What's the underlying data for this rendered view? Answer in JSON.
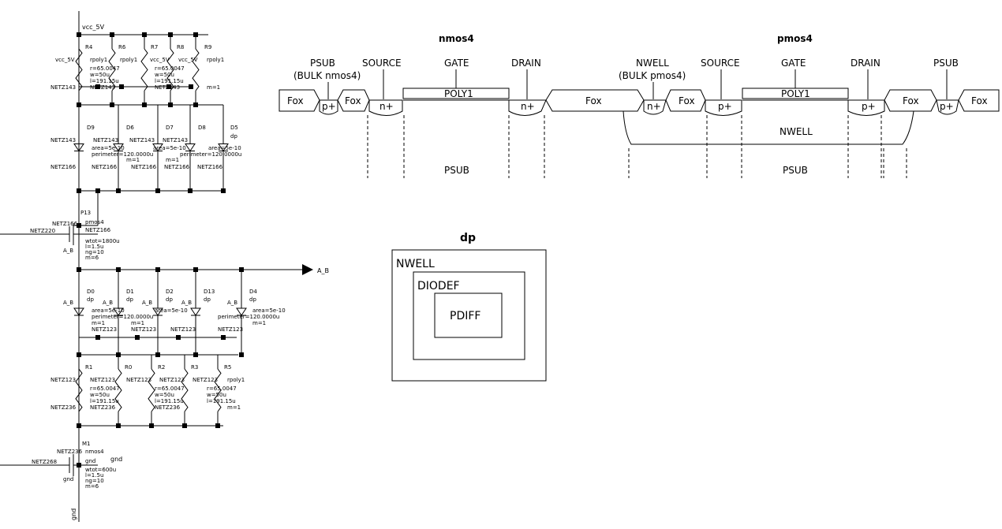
{
  "schematic": {
    "vcc": "vcc_5V",
    "top_res": [
      {
        "ref": "R4",
        "p": "vcc_5V",
        "t": "rpoly1"
      },
      {
        "ref": "R6",
        "p": "vcc_5V",
        "t": "rpoly1"
      },
      {
        "ref": "R7",
        "p": "vcc_5V",
        "t": "vcc_5V"
      },
      {
        "ref": "R8",
        "p": "vcc_5V",
        "t": "vcc_5V"
      },
      {
        "ref": "R9",
        "p": "vcc_5V",
        "t": "rpoly1"
      }
    ],
    "top_res_params": [
      "r=65.0047",
      "w=50u",
      "l=191.15u",
      "m=1"
    ],
    "net143": "NETZ143",
    "net166": "NETZ166",
    "top_diodes": [
      {
        "ref": "D9"
      },
      {
        "ref": "D6"
      },
      {
        "ref": "D7"
      },
      {
        "ref": "D8"
      },
      {
        "ref": "D5"
      }
    ],
    "diode_model": "dp",
    "diode_params": [
      "area=5e-10",
      "perimeter=120.0000u",
      "m=1"
    ],
    "pmos": {
      "ref": "P13",
      "model": "pmos4",
      "gate": "NETZ220",
      "wtot": "wtot=1800u",
      "l": "l=1.5u",
      "ng": "ng=10",
      "m": "m=6",
      "bulk": "A_B",
      "net": "NETZ166"
    },
    "out_net": "A_B",
    "bot_diodes": [
      {
        "ref": "D0"
      },
      {
        "ref": "D1"
      },
      {
        "ref": "D2"
      },
      {
        "ref": "D13"
      },
      {
        "ref": "D4"
      }
    ],
    "net123": "NETZ123",
    "bot_res": [
      {
        "ref": "R1"
      },
      {
        "ref": "R0"
      },
      {
        "ref": "R2"
      },
      {
        "ref": "R3"
      },
      {
        "ref": "R5"
      }
    ],
    "net236": "NETZ236",
    "nmos": {
      "ref": "M1",
      "model": "nmos4",
      "gate": "NETZ268",
      "wtot": "wtot=600u",
      "l": "l=1.5u",
      "ng": "ng=10",
      "m": "m=6",
      "bulk": "gnd",
      "net": "NETZ236"
    },
    "gnd": "gnd"
  },
  "cross_section": {
    "nmos_title": "nmos4",
    "pmos_title": "pmos4",
    "labels": {
      "psub": "PSUB",
      "bulk_nmos": "(BULK nmos4)",
      "source": "SOURCE",
      "gate": "GATE",
      "drain": "DRAIN",
      "nwell": "NWELL",
      "bulk_pmos": "(BULK pmos4)"
    },
    "fox": "Fox",
    "pplus": "p+",
    "nplus": "n+",
    "poly": "POLY1",
    "nwell_region": "NWELL",
    "psub_region": "PSUB"
  },
  "dp_layout": {
    "title": "dp",
    "outer": "NWELL",
    "middle": "DIODEF",
    "inner": "PDIFF"
  }
}
